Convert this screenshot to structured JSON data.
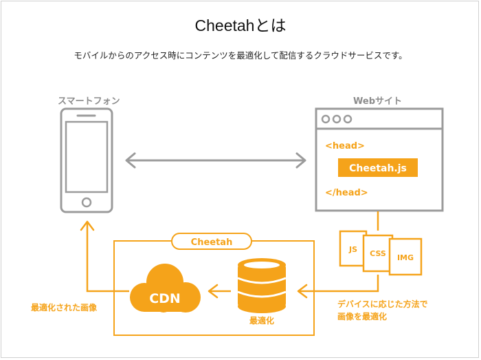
{
  "title": "Cheetahとは",
  "subtitle": "モバイルからのアクセス時にコンテンツを最適化して配信するクラウドサービスです。",
  "smartphone_label": "スマートフォン",
  "website_label": "Webサイト",
  "code": {
    "head_open": "<head>",
    "script": "Cheetah.js",
    "head_close": "</head>"
  },
  "cheetah_box_label": "Cheetah",
  "files": [
    "JS",
    "CSS",
    "IMG"
  ],
  "cdn_label": "CDN",
  "optimize_label": "最適化",
  "delivered_label": "最適化された画像",
  "right_note_line1": "デバイスに応じた方法で",
  "right_note_line2": "画像を最適化",
  "colors": {
    "orange": "#f5a31a",
    "gray": "#9b9b9b",
    "text_gray": "#8c8c8c"
  }
}
